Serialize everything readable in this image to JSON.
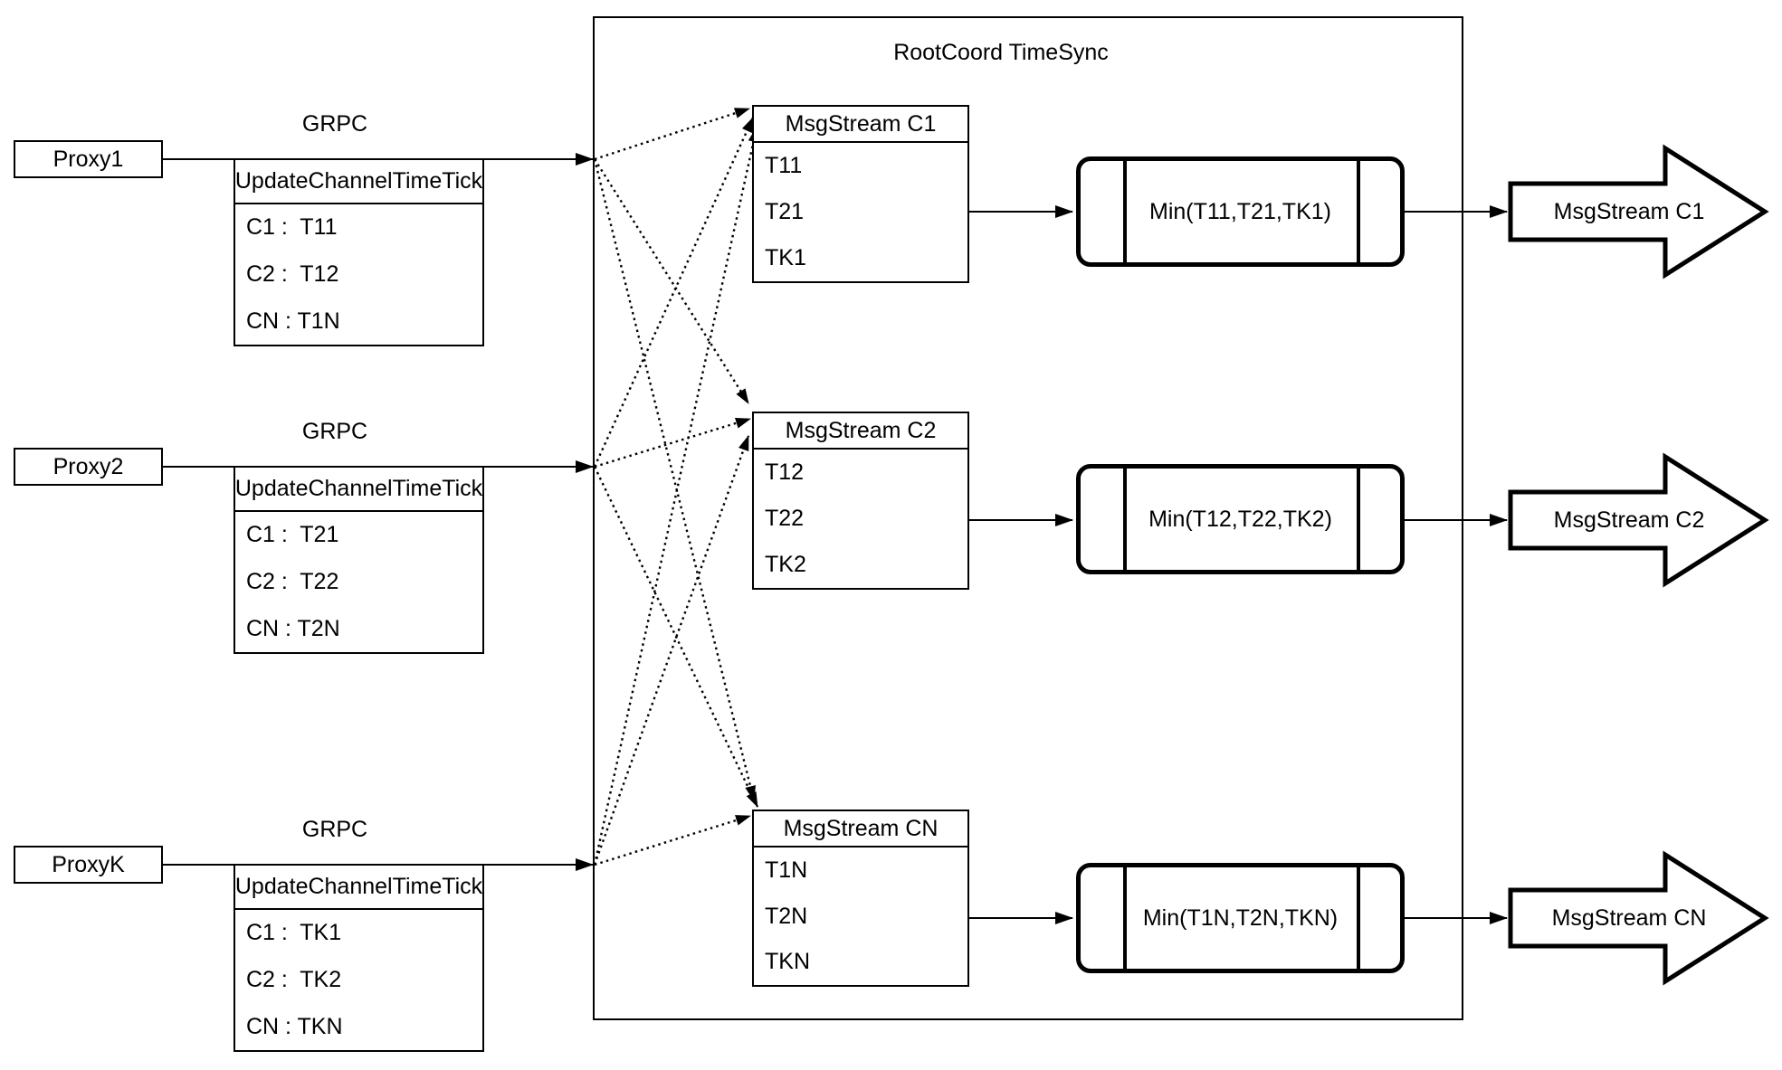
{
  "diagram": {
    "title": "RootCoord TimeSync",
    "colors": {
      "stroke": "#000000",
      "background": "#ffffff"
    },
    "proxies": [
      {
        "name": "Proxy1",
        "protocol": "GRPC",
        "table": {
          "header": "UpdateChannelTimeTick",
          "rows": [
            "C1 :  T11",
            "C2 :  T12",
            "CN : T1N"
          ]
        }
      },
      {
        "name": "Proxy2",
        "protocol": "GRPC",
        "table": {
          "header": "UpdateChannelTimeTick",
          "rows": [
            "C1 :  T21",
            "C2 :  T22",
            "CN : T2N"
          ]
        }
      },
      {
        "name": "ProxyK",
        "protocol": "GRPC",
        "table": {
          "header": "UpdateChannelTimeTick",
          "rows": [
            "C1 :  TK1",
            "C2 :  TK2",
            "CN : TKN"
          ]
        }
      }
    ],
    "streams": [
      {
        "table": {
          "header": "MsgStream C1",
          "rows": [
            "T11",
            "T21",
            "TK1"
          ]
        },
        "min_label": "Min(T11,T21,TK1)",
        "output_label": "MsgStream C1"
      },
      {
        "table": {
          "header": "MsgStream C2",
          "rows": [
            "T12",
            "T22",
            "TK2"
          ]
        },
        "min_label": "Min(T12,T22,TK2)",
        "output_label": "MsgStream C2"
      },
      {
        "table": {
          "header": "MsgStream CN",
          "rows": [
            "T1N",
            "T2N",
            "TKN"
          ]
        },
        "min_label": "Min(T1N,T2N,TKN)",
        "output_label": "MsgStream CN"
      }
    ]
  }
}
